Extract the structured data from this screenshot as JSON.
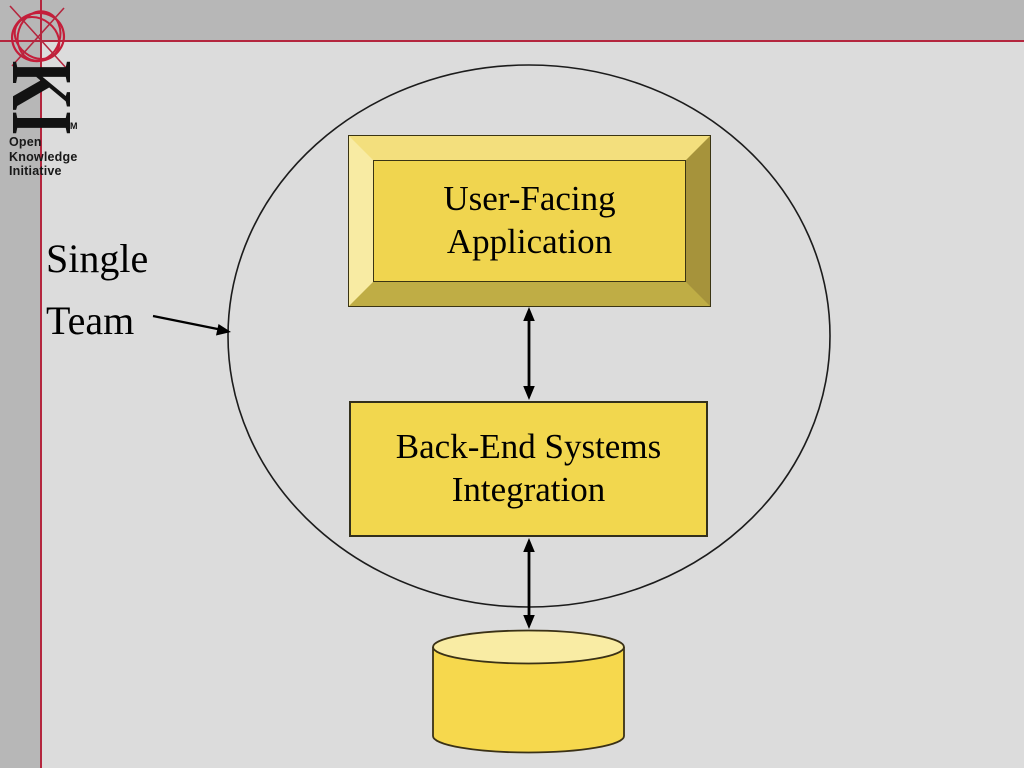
{
  "slide": {
    "kind": "presentation-slide",
    "colors": {
      "background": "#dcdcdc",
      "margin_band": "#b7b7b7",
      "accent_red": "#b4263e",
      "globe_red": "#c41e3a",
      "box_gold": "#f0d54f",
      "bevel_top": "#f3df7d",
      "bevel_left": "#f8eba3",
      "bevel_right": "#a6933b",
      "bevel_bottom": "#bfad45",
      "cylinder_body": "#f6d84d",
      "cylinder_top": "#f9eca4",
      "ink": "#000000"
    }
  },
  "logo": {
    "letters": "KI",
    "trademark": "TM",
    "org_lines": [
      "Open",
      "Knowledge",
      "Initiative"
    ]
  },
  "annotation": {
    "lines": [
      "Single",
      "Team"
    ]
  },
  "diagram": {
    "user_facing_app": {
      "lines": [
        "User-Facing",
        "Application"
      ]
    },
    "backend_integration": {
      "lines": [
        "Back-End Systems",
        "Integration"
      ]
    }
  }
}
